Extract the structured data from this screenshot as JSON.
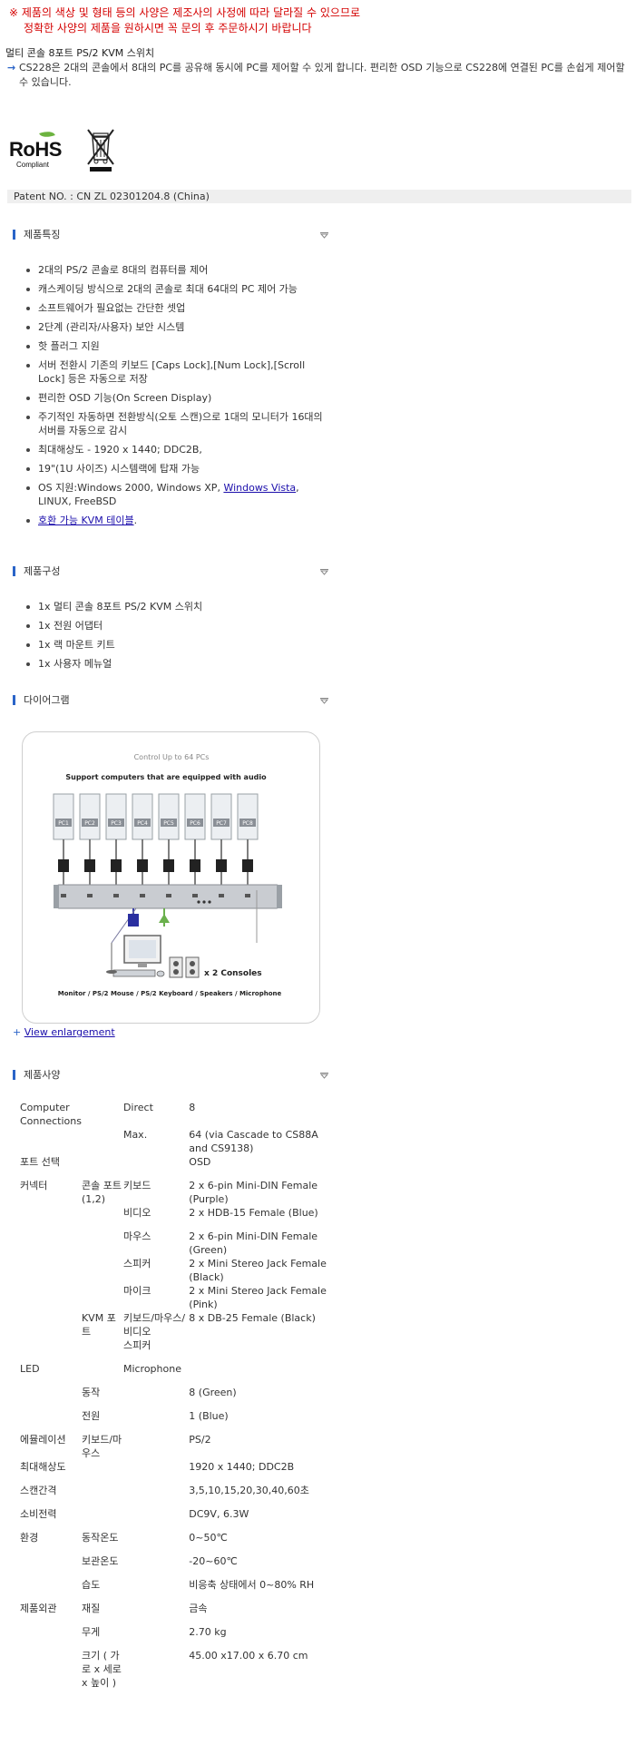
{
  "notice": {
    "line1": "※ 제품의 색상 및 형태 등의 사양은 제조사의 사정에 따라 달라질 수 있으므로",
    "line2": "정확한 사양의 제품을 원하시면 꼭 문의 후 주문하시기 바랍니다"
  },
  "product": {
    "title": "멀티 콘솔 8포트 PS/2 KVM 스위치",
    "arrow": "→",
    "description": "CS228은 2대의 콘솔에서 8대의 PC를 공유해 동시에 PC를 제어할 수 있게 합니다. 편리한 OSD 기능으로 CS228에 연결된 PC를 손쉽게 제어할 수 있습니다."
  },
  "logos": {
    "rohs_word": "RoHS",
    "rohs_sub": "Compliant",
    "weee_icon": "crossed-bin-icon"
  },
  "patent": "Patent NO. :   CN ZL 02301204.8 (China)",
  "sections": {
    "features": "제품특징",
    "components": "제품구성",
    "diagram": "다이어그램",
    "specs": "제품사양"
  },
  "features": [
    "2대의 PS/2 콘솔로 8대의 컴퓨터를 제어",
    "캐스케이딩 방식으로 2대의 콘솔로 최대 64대의 PC 제어 가능",
    "소프트웨어가 필요없는 간단한 셋업",
    "2단계 (관리자/사용자) 보안 시스템",
    "핫 플러그 지원",
    "서버 전환시 기존의 키보드 [Caps Lock],[Num Lock],[Scroll Lock] 등은 자동으로 저장",
    "편리한 OSD 기능(On Screen Display)",
    "주기적인 자동하면 전환방식(오토 스캔)으로 1대의 모니터가 16대의 서버를 자동으로 감시",
    "최대해상도 - 1920 x 1440; DDC2B,",
    "19\"(1U 사이즈) 시스템랙에 탑재 가능"
  ],
  "feature_os": {
    "text": "OS 지원:Windows 2000, Windows XP, ",
    "link": "Windows Vista",
    "tail": ", LINUX, FreeBSD"
  },
  "feature_link": {
    "link": "호환 가능 KVM 테이블",
    "tail": "."
  },
  "components": [
    "1x 멀티 콘솔 8포트 PS/2 KVM 스위치",
    "1x 전원 어댑터",
    "1x 랙 마운트 키트",
    "1x 사용자 메뉴얼"
  ],
  "diagram": {
    "heading": "Control Up to 64 PCs",
    "subheading": "Support computers that are equipped with audio",
    "pc_labels": [
      "PC1",
      "PC2",
      "PC3",
      "PC4",
      "PC5",
      "PC6",
      "PC7",
      "PC8"
    ],
    "consoles": "x 2 Consoles",
    "caption": "Monitor / PS/2 Mouse / PS/2 Keyboard / Speakers / Microphone"
  },
  "enlarge": {
    "plus": "+ ",
    "link": "View enlargement"
  },
  "specs": [
    [
      "Computer Connections",
      "",
      "Direct",
      "8"
    ],
    [
      "",
      "",
      "Max.",
      "64 (via Cascade to CS88A and CS9138)"
    ],
    [
      "포트 선택",
      "",
      "",
      "OSD"
    ],
    [
      "커넥터",
      "콘솔 포트 (1,2)",
      "키보드",
      "2 x 6-pin Mini-DIN Female (Purple)"
    ],
    [
      "",
      "",
      "비디오",
      "2 x HDB-15 Female (Blue)"
    ],
    [
      "",
      "",
      "마우스",
      "2 x 6-pin Mini-DIN Female (Green)"
    ],
    [
      "",
      "",
      "스피커",
      "2 x Mini Stereo Jack Female (Black)"
    ],
    [
      "",
      "",
      "마이크",
      "2 x Mini Stereo Jack Female (Pink)"
    ],
    [
      "",
      "KVM 포트",
      "키보드/마우스/비디오",
      "8 x DB-25 Female (Black)"
    ],
    [
      "",
      "",
      "스피커",
      ""
    ],
    [
      "LED",
      "",
      "Microphone",
      ""
    ],
    [
      "",
      "동작",
      "",
      "8 (Green)"
    ],
    [
      "",
      "전원",
      "",
      "1 (Blue)"
    ],
    [
      "에뮬레이션",
      "키보드/마우스",
      "",
      "PS/2"
    ],
    [
      "최대해상도",
      "",
      "",
      "1920 x 1440; DDC2B"
    ],
    [
      "스캔간격",
      "",
      "",
      "3,5,10,15,20,30,40,60초"
    ],
    [
      "소비전력",
      "",
      "",
      "DC9V, 6.3W"
    ],
    [
      "환경",
      "동작온도",
      "",
      "0~50℃"
    ],
    [
      "",
      "보관온도",
      "",
      "-20~60℃"
    ],
    [
      "",
      "습도",
      "",
      "비응축 상태에서 0~80% RH"
    ],
    [
      "제품외관",
      "재질",
      "",
      "금속"
    ],
    [
      "",
      "무게",
      "",
      "2.70 kg"
    ],
    [
      "",
      "크기 ( 가로 x 세로 x 높이 )",
      "",
      "45.00 x17.00 x 6.70 cm"
    ]
  ],
  "colors": {
    "notice": "#d40000",
    "accent": "#2a64c8",
    "link": "#1a0dab"
  }
}
